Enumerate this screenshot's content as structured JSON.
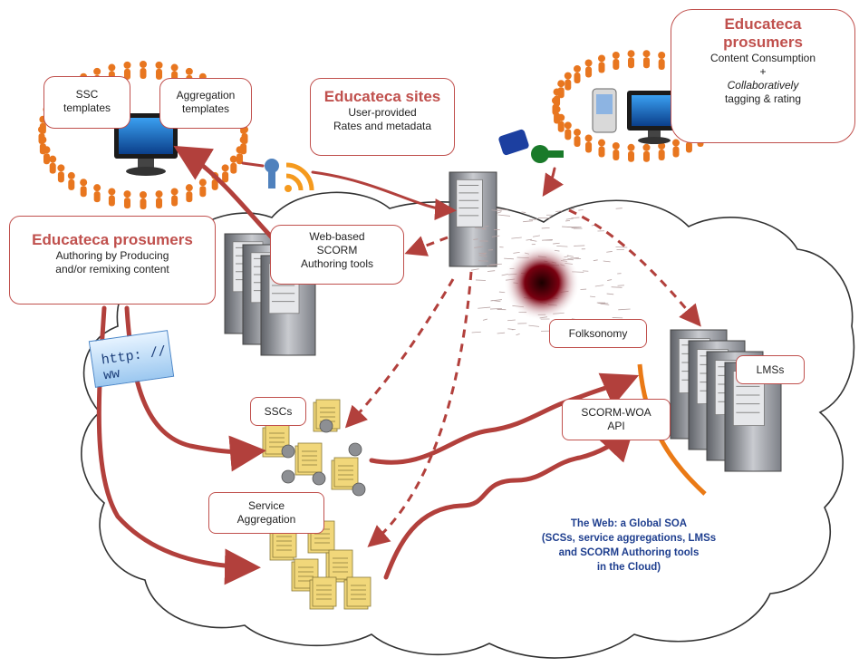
{
  "labels": {
    "ssc_templates": [
      "SSC",
      "templates"
    ],
    "aggregation_templates": [
      "Aggregation",
      "templates"
    ],
    "educateca_sites": {
      "title": "Educateca sites",
      "line1": "User-provided",
      "line2": "Rates and metadata"
    },
    "prosumers_top": {
      "title_line1": "Educateca",
      "title_line2": "prosumers",
      "line1": "Content Consumption",
      "line2": "+",
      "line3": "Collaboratively",
      "line4": "tagging & rating"
    },
    "prosumers_left": {
      "title": "Educateca prosumers",
      "line1": "Authoring by Producing",
      "line2": "and/or remixing content"
    },
    "web_based": [
      "Web-based",
      "SCORM",
      "Authoring tools"
    ],
    "folksonomy": "Folksonomy",
    "lmss": "LMSs",
    "sscs": "SSCs",
    "scorm_woa": [
      "SCORM-WOA",
      "API"
    ],
    "service_aggregation": [
      "Service",
      "Aggregation"
    ],
    "global_soa": [
      "The Web: a Global SOA",
      "(SCSs, service aggregations, LMSs",
      "and SCORM Authoring tools",
      "in the Cloud)"
    ],
    "url": "http: // ww"
  },
  "colors": {
    "accent": "#c0504d",
    "arrow": "#b2403c",
    "person": "#e8761f",
    "server": "#8a8d93",
    "document": "#f1d77a",
    "soa_text": "#1f3f8f",
    "orange_arc": "#ea7a16"
  },
  "icons": [
    "person-ring-icon",
    "computer-monitor-icon",
    "pda-icon",
    "rss-feed-icon",
    "server-icon",
    "document-icon",
    "key-lock-icon",
    "cloud-icon"
  ]
}
